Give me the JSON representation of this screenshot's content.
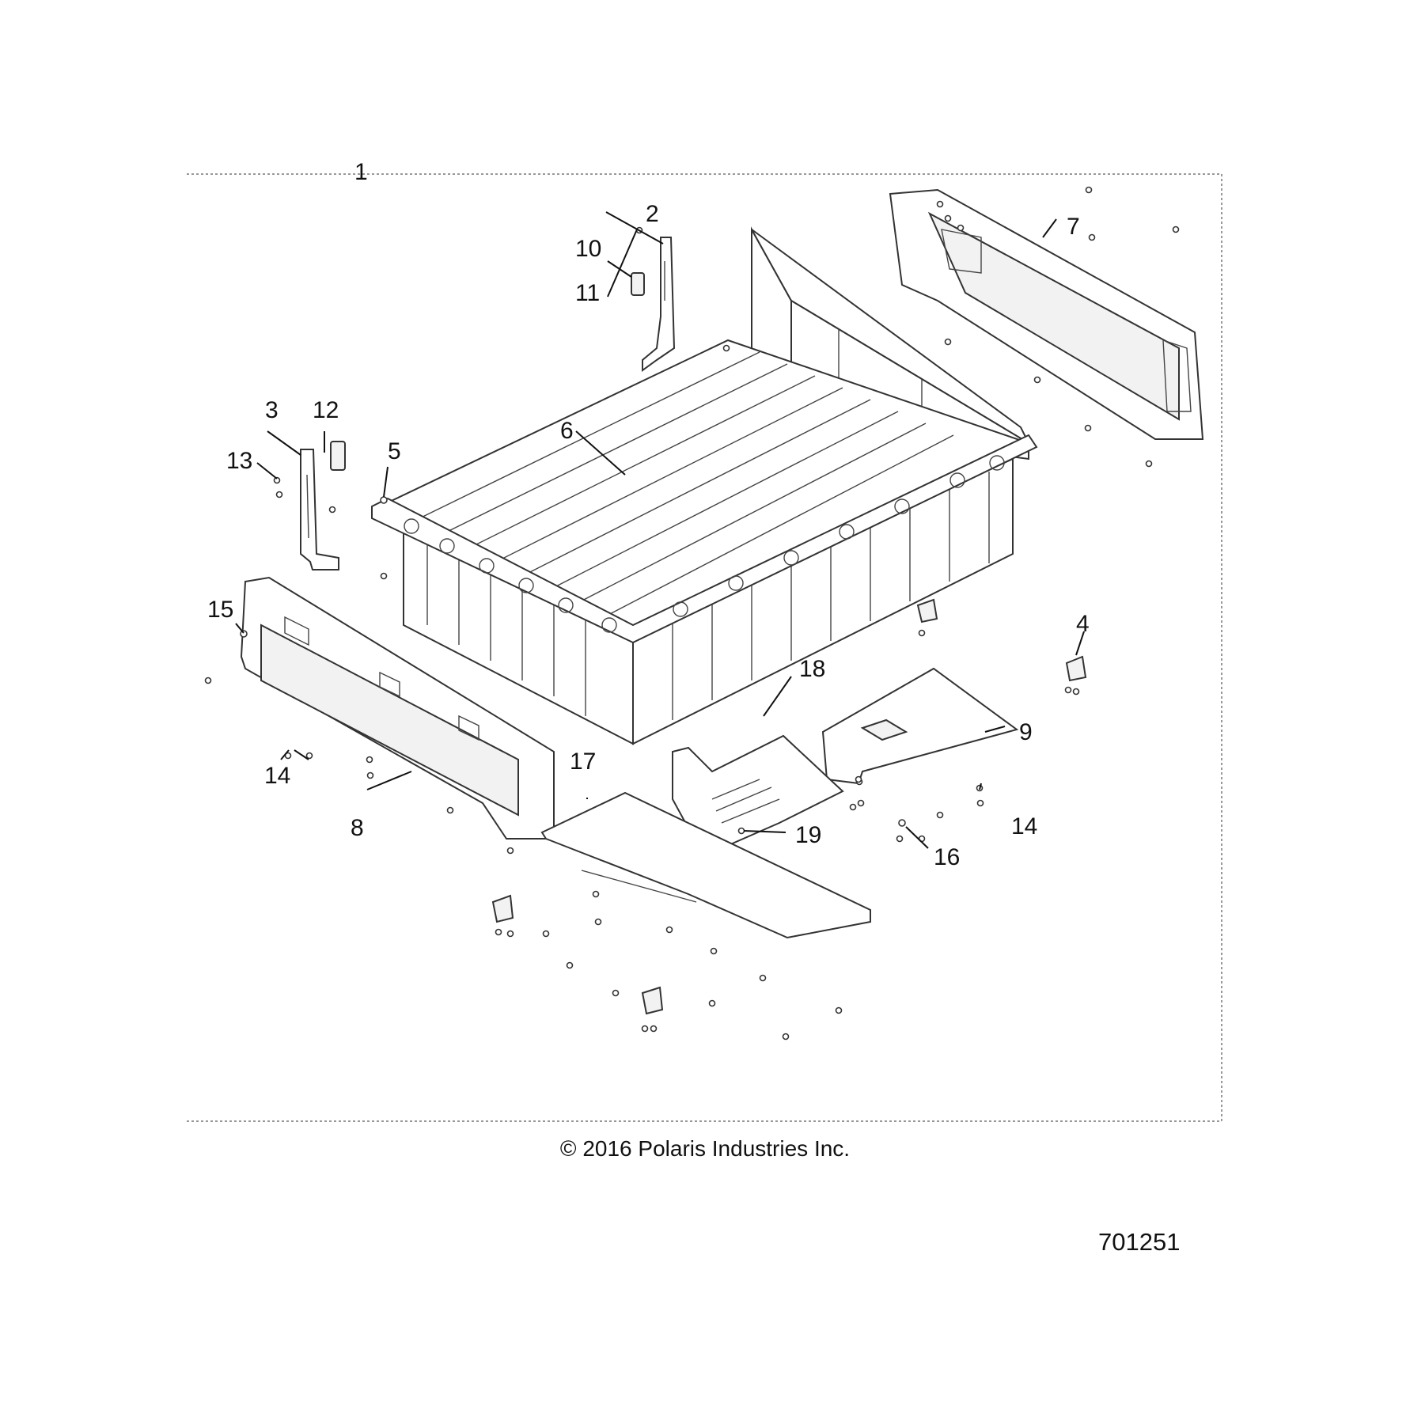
{
  "callouts": {
    "c1": "1",
    "c2": "2",
    "c3": "3",
    "c4": "4",
    "c5": "5",
    "c6": "6",
    "c7": "7",
    "c8": "8",
    "c9": "9",
    "c10": "10",
    "c11": "11",
    "c12": "12",
    "c13": "13",
    "c14a": "14",
    "c14b": "14",
    "c15": "15",
    "c16": "16",
    "c17": "17",
    "c18": "18",
    "c19": "19"
  },
  "footer": {
    "copyright": "© 2016 Polaris Industries Inc.",
    "diagram_number": "701251"
  }
}
